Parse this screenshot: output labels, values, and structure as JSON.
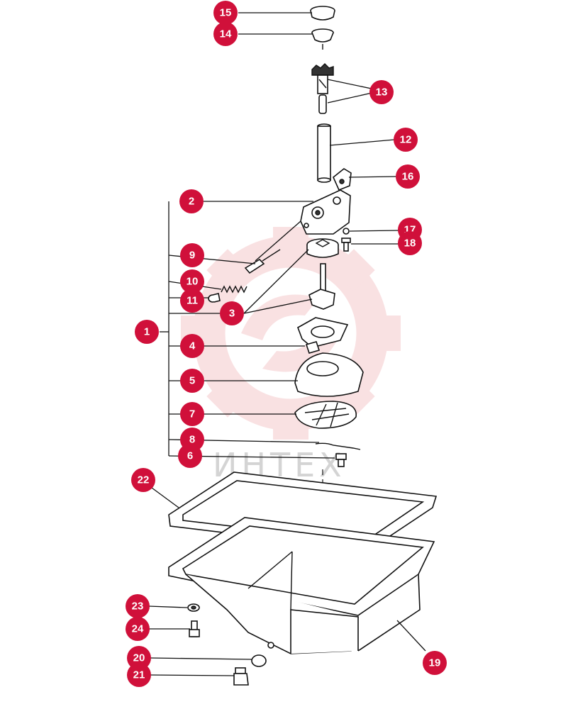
{
  "watermark": {
    "text": "ИНТЕХ",
    "color": "#f5c9cc"
  },
  "callout_color": "#d0103a",
  "callouts": [
    "1",
    "2",
    "3",
    "4",
    "5",
    "6",
    "7",
    "8",
    "9",
    "10",
    "11",
    "12",
    "13",
    "14",
    "15",
    "16",
    "17",
    "18",
    "19",
    "20",
    "21",
    "22",
    "23",
    "24"
  ]
}
